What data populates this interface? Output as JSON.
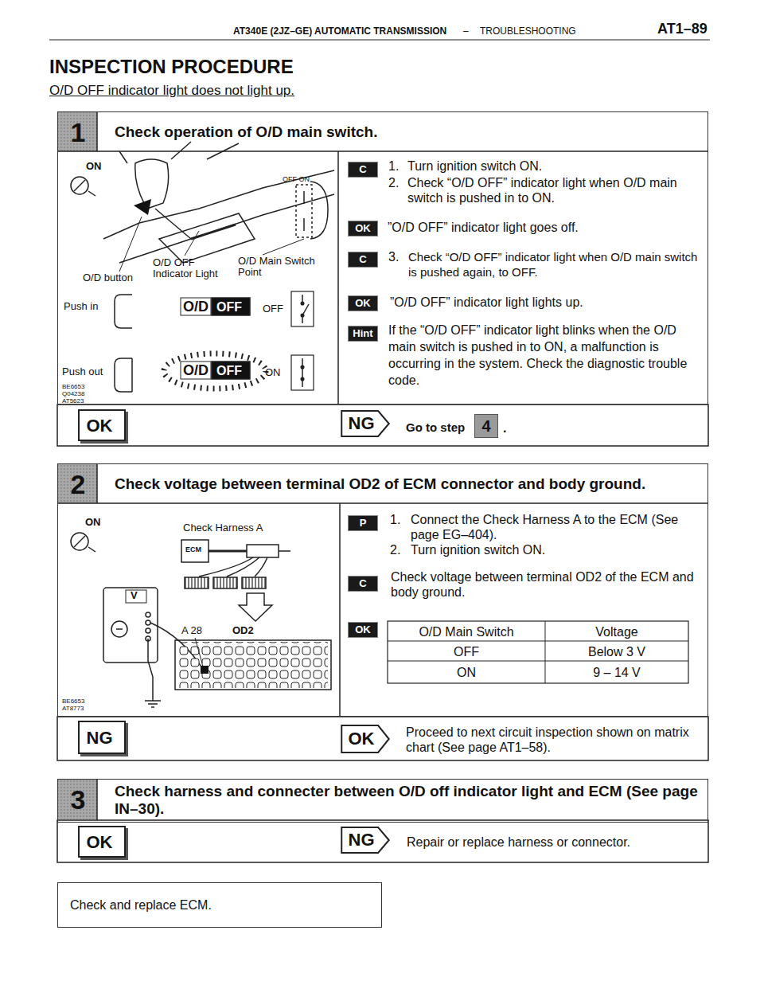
{
  "diagram": {
    "title": "INSPECTION PROCEDURE",
    "nodes": [
      {
        "text": [
          "1",
          "Check operation of O/D main switch."
        ]
      },
      {
        "text": [
          "OK"
        ]
      },
      {
        "text": [
          "NG"
        ]
      },
      {
        "text": [
          "2",
          "Check voltage between terminal OD2 of ECM connector and body ground."
        ]
      },
      {
        "text": [
          "NG"
        ]
      },
      {
        "text": [
          "OK"
        ]
      },
      {
        "text": [
          "3",
          "Check harness and connecter between O/D off indicator light and ECM (See page IN–30)."
        ]
      },
      {
        "text": [
          "OK"
        ]
      },
      {
        "text": [
          "NG"
        ]
      },
      {
        "text": [
          "Check and replace ECM."
        ]
      }
    ],
    "labels": [
      "AT340E (2JZ–GE) AUTOMATIC TRANSMISSION",
      "–",
      "TROUBLESHOOTING",
      "AT1–89",
      "O/D OFF indicator light does not light up.",
      "ON",
      "OFF ON",
      "O/D OFF Indicator Light",
      "O/D Main Switch Point",
      "O/D button",
      "Push in",
      "O/D",
      "OFF",
      "OFF",
      "Push out",
      "O/D",
      "OFF",
      "ON",
      "BE6653 Q04238 AT5623",
      "C",
      "1.",
      "Turn ignition switch ON.",
      "2.",
      "Check “O/D OFF” indicator light when O/D main switch is pushed in to ON.",
      "OK",
      "”O/D OFF” indicator light goes off.",
      "C",
      "3.",
      "Check “O/D OFF” indicator light when O/D main switch is pushed again, to OFF.",
      "OK",
      "”O/D OFF” indicator light lights up.",
      "Hint",
      "If the “O/D OFF” indicator light blinks when the O/D main switch is pushed in to ON, a malfunction is occurring in the system. Check the diagnostic trouble code.",
      "Go to step",
      "4",
      ".",
      "ON",
      "Check Harness A",
      "ECM",
      "V",
      "A 28",
      "OD2",
      "BE6653 AT8773",
      "P",
      "1.",
      "Connect the Check Harness A to the ECM (See page EG–404).",
      "2.",
      "Turn ignition switch ON.",
      "C",
      "Check voltage between terminal OD2 of the ECM and body ground.",
      "OK",
      "O/D Main Switch",
      "Voltage",
      "OFF",
      "Below 3 V",
      "ON",
      "9 – 14 V",
      "Proceed to next circuit inspection shown on matrix chart (See page AT1–58).",
      "Repair or replace harness or connector."
    ]
  }
}
